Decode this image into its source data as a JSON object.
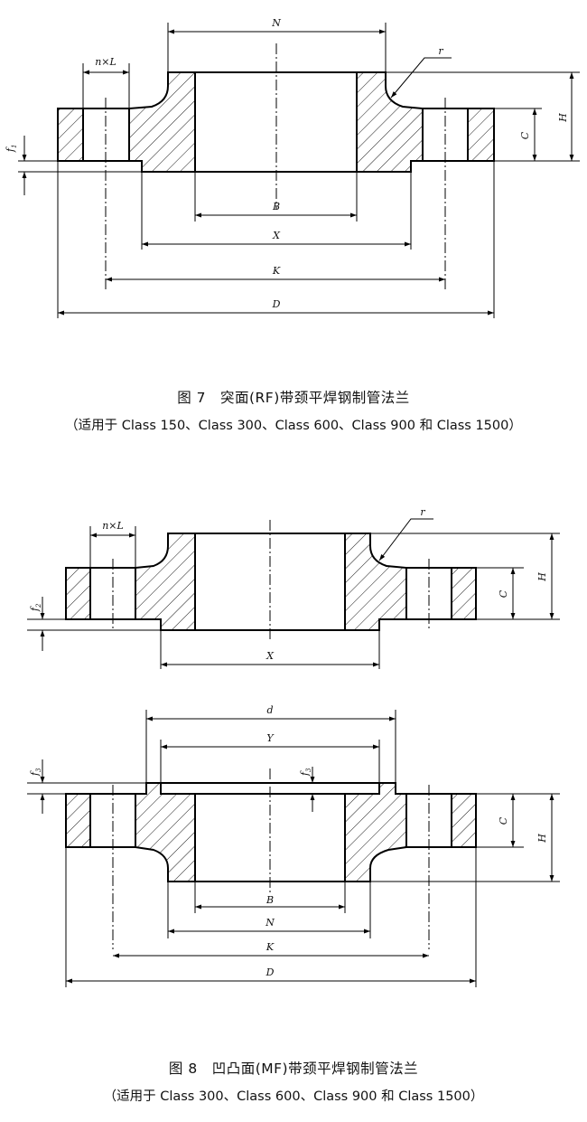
{
  "figure7": {
    "caption_title": "图 7　突面(RF)带颈平焊钢制管法兰",
    "caption_applicability": "（适用于 Class 150、Class 300、Class 600、Class 900 和 Class 1500）",
    "labels": {
      "N": "N",
      "r": "r",
      "nL": "n×L",
      "H": "H",
      "C": "C",
      "f": "f",
      "f_sub": "1",
      "B": "B",
      "X": "X",
      "K": "K",
      "D": "D"
    }
  },
  "figure8": {
    "caption_title": "图 8　凹凸面(MF)带颈平焊钢制管法兰",
    "caption_applicability": "（适用于 Class 300、Class 600、Class 900 和 Class 1500）",
    "upper_labels": {
      "r": "r",
      "nL": "n×L",
      "H": "H",
      "C": "C",
      "f": "f",
      "f_sub": "2",
      "X": "X"
    },
    "lower_labels": {
      "d": "d",
      "Y": "Y",
      "f": "f",
      "f_sub": "3",
      "C": "C",
      "H": "H",
      "B": "B",
      "N": "N",
      "K": "K",
      "D": "D"
    }
  }
}
